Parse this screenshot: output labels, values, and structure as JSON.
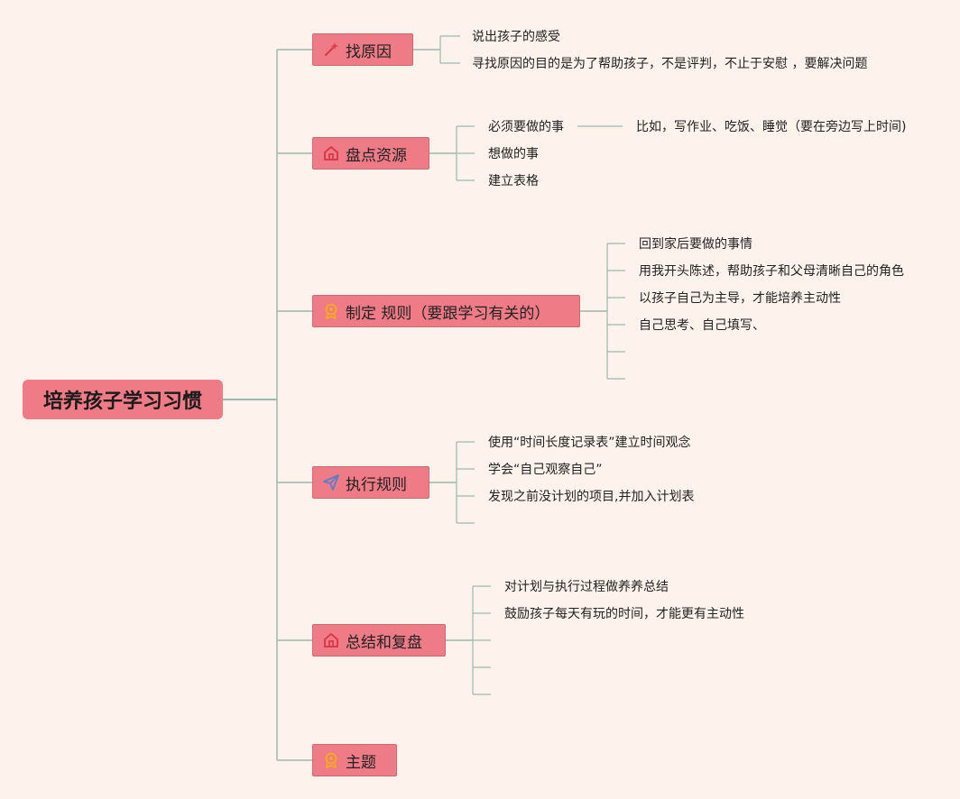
{
  "root": {
    "label": "培养孩子学习习惯"
  },
  "branches": [
    {
      "id": "b1",
      "label": "找原因",
      "icon": "magic-wand-icon",
      "icon_color": "#d93a4a",
      "children": [
        {
          "text": "说出孩子的感受"
        },
        {
          "text": "寻找原因的目的是为了帮助孩子，不是评判，不止于安慰 ，要解决问题"
        }
      ]
    },
    {
      "id": "b2",
      "label": "盘点资源",
      "icon": "home-icon",
      "icon_color": "#d93a4a",
      "children": [
        {
          "text": "必须要做的事",
          "children": [
            {
              "text": "比如，写作业、吃饭、睡觉（要在旁边写上时间)"
            }
          ]
        },
        {
          "text": "想做的事"
        },
        {
          "text": "建立表格"
        }
      ]
    },
    {
      "id": "b3",
      "label": "制定 规则（要跟学习有关的）",
      "icon": "award-icon",
      "icon_color": "#f5a623",
      "children": [
        {
          "text": "回到家后要做的事情"
        },
        {
          "text": "用我开头陈述，帮助孩子和父母清晰自己的角色"
        },
        {
          "text": "以孩子自己为主导，才能培养主动性"
        },
        {
          "text": "自己思考、自己填写、"
        },
        {
          "text": ""
        },
        {
          "text": ""
        }
      ]
    },
    {
      "id": "b4",
      "label": "执行规则",
      "icon": "paper-plane-icon",
      "icon_color": "#5b7fc7",
      "children": [
        {
          "text": "使用“时间长度记录表”建立时间观念"
        },
        {
          "text": "学会“自己观察自己”"
        },
        {
          "text": "发现之前没计划的项目,并加入计划表"
        },
        {
          "text": ""
        }
      ]
    },
    {
      "id": "b5",
      "label": "总结和复盘",
      "icon": "home-icon",
      "icon_color": "#d93a4a",
      "children": [
        {
          "text": "对计划与执行过程做养养总结"
        },
        {
          "text": "鼓励孩子每天有玩的时间，才能更有主动性"
        },
        {
          "text": ""
        },
        {
          "text": ""
        },
        {
          "text": ""
        }
      ]
    },
    {
      "id": "b6",
      "label": "主题",
      "icon": "award-icon",
      "icon_color": "#f5a623",
      "children": []
    }
  ],
  "colors": {
    "background": "#fdf2ec",
    "node_fill": "#ee7b86",
    "connector": "#9fb8aa"
  }
}
